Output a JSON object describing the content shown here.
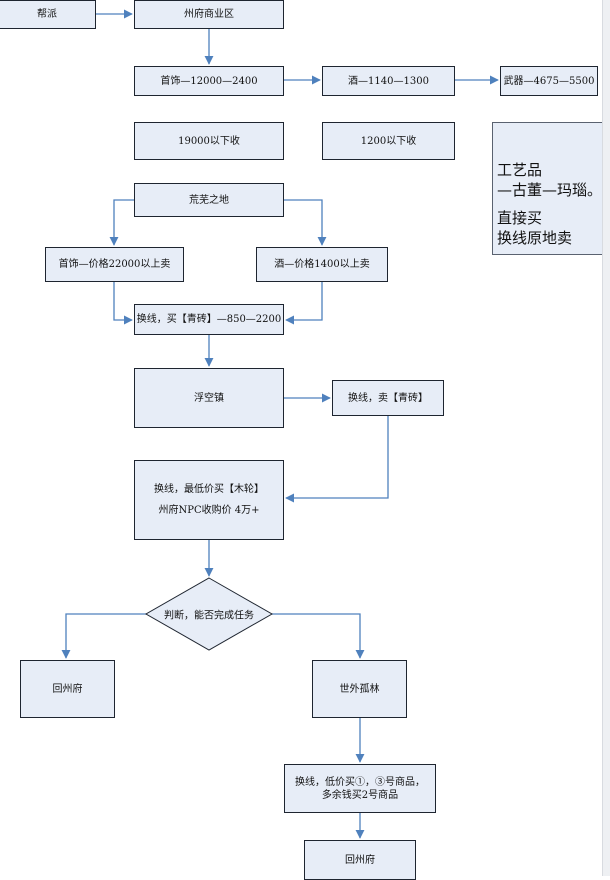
{
  "nodes": {
    "bangpai": "帮派",
    "zhoufu_shangye": "州府商业区",
    "shoushi_range": "首饰—12000—2400",
    "jiu_range": "酒—1140—1300",
    "wuqi_range": "武器—4675—5500",
    "shoushi_buy": "19000以下收",
    "jiu_buy": "1200以下收",
    "huangwu": "荒芜之地",
    "shoushi_sell": "首饰—价格22000以上卖",
    "jiu_sell": "酒—价格1400以上卖",
    "buy_qingzhuan": "换线，买【青砖】—850—2200",
    "fukong": "浮空镇",
    "sell_qingzhuan": "换线，卖【青砖】",
    "buy_mulun_1": "换线，最低价买【木轮】",
    "buy_mulun_2": "州府NPC收购价 4万+",
    "decision": "判断，能否完成任务",
    "huizhou_1": "回州府",
    "shiwai": "世外孤林",
    "final_buy_1": "换线，低价买①，③号商品，",
    "final_buy_2": "多余钱买2号商品",
    "huizhou_2": "回州府"
  },
  "note": {
    "line1": "工艺品",
    "line2": "—古董—玛瑙。",
    "line3": "直接买",
    "line4": "换线原地卖"
  },
  "colors": {
    "box_fill": "#e7edf7",
    "box_border": "#1e2530",
    "connector": "#4f81bd"
  }
}
